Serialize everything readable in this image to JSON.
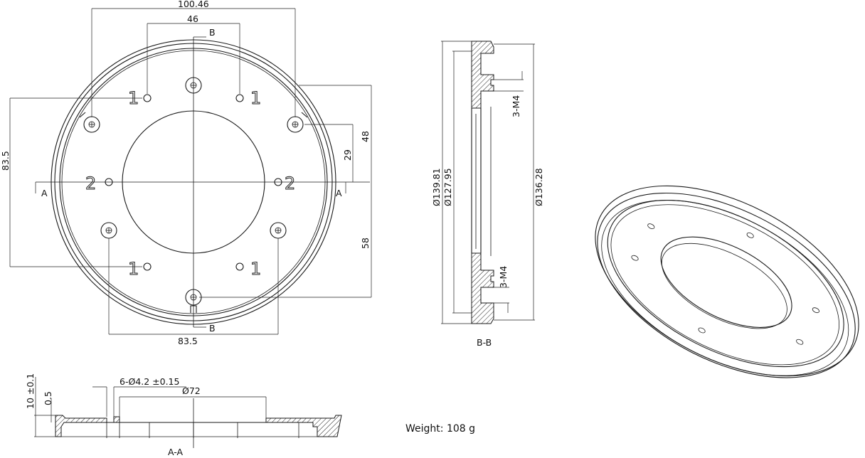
{
  "drawing": {
    "top_view": {
      "dims": {
        "overall_width": "100.46",
        "hole_spacing_top": "46",
        "height_total": "83.5",
        "right_upper": "48",
        "right_inner": "29",
        "right_lower": "58",
        "bottom_width": "83.5"
      },
      "section_markers": {
        "a_left": "A",
        "a_right": "A",
        "b_top": "B",
        "b_bottom": "B"
      },
      "hole_labels": {
        "tl": "1",
        "tr": "1",
        "ml": "2",
        "mr": "2",
        "bl": "1",
        "br": "1"
      }
    },
    "section_bb": {
      "title": "B-B",
      "dims": {
        "dia_outer": "Ø139.81",
        "dia_inner": "Ø127.95",
        "dia_mid": "Ø136.28",
        "thread_top": "3-M4",
        "thread_bottom": "3-M4"
      }
    },
    "section_aa": {
      "title": "A-A",
      "dims": {
        "thickness": "10 ±0.1",
        "step": "0.5",
        "holes": "6-Ø4.2 ±0.15",
        "bore": "Ø72"
      }
    },
    "weight": "Weight: 108 g"
  }
}
